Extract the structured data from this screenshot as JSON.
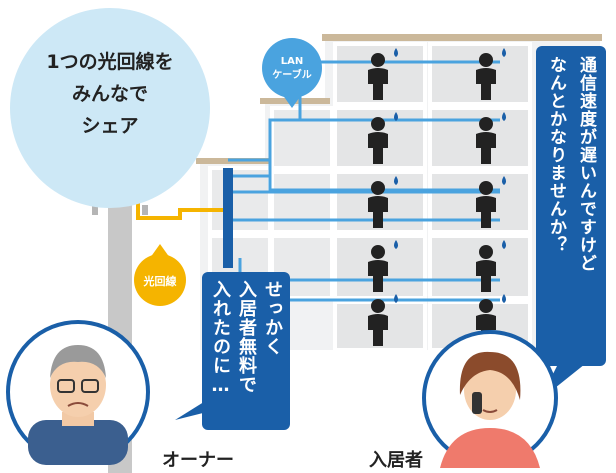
{
  "cloud_text": [
    "1つの光回線を",
    "みんなで",
    "シェア"
  ],
  "lan_badge": [
    "LAN",
    "ケーブル"
  ],
  "fiber_badge": "光回線",
  "owner": {
    "speech": [
      "せっかく",
      "入居者無料で",
      "入れたのに…"
    ],
    "label": "オーナー"
  },
  "tenant": {
    "speech": [
      "通信速度が遅いんですけど",
      "なんとかなりませんか？"
    ],
    "label": "入居者"
  },
  "colors": {
    "cloud": "#cde8f6",
    "lan_blue": "#1a5fa8",
    "cable_light": "#4aa3df",
    "fiber": "#f5b400",
    "building_wall": "#e9eaeb",
    "roof": "#cbb89a",
    "pole": "#c8c8c8"
  }
}
